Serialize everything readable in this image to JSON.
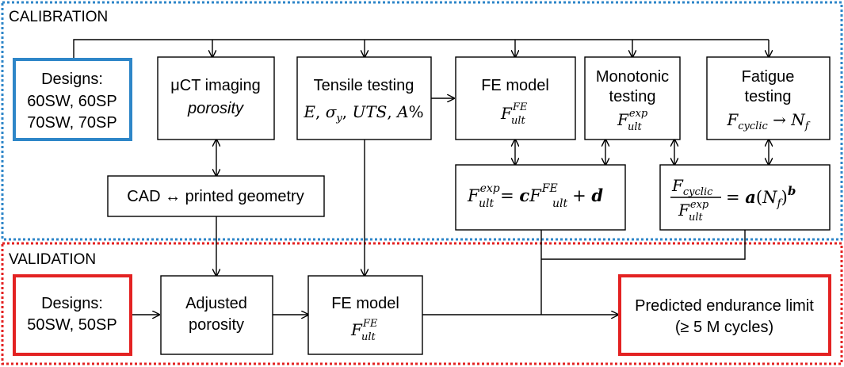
{
  "colors": {
    "calibration": "#2e86c8",
    "validation": "#e32222",
    "box": "#000000",
    "line": "#000000"
  },
  "sections": {
    "calibration": "CALIBRATION",
    "validation": "VALIDATION"
  },
  "calibration": {
    "designs": {
      "title": "Designs:",
      "line1": "60SW, 60SP",
      "line2": "70SW, 70SP"
    },
    "uct": {
      "title": "μCT imaging",
      "subtitle": "porosity"
    },
    "tensile": {
      "title": "Tensile testing",
      "formula": "E, σ_y, UTS, A%"
    },
    "fe_model": {
      "title": "FE model",
      "formula": "F_ult^FE"
    },
    "monotonic": {
      "title1": "Monotonic",
      "title2": "testing",
      "formula": "F_ult^exp"
    },
    "fatigue": {
      "title1": "Fatigue",
      "title2": "testing",
      "formula": "F_cyclic → N_f"
    },
    "cad": {
      "text": "CAD ↔ printed geometry"
    },
    "linear_eq": {
      "formula": "F_ult^exp = cF_ult^FE + d"
    },
    "power_eq": {
      "formula": "F_cyclic / F_ult^exp = a(N_f)^b"
    }
  },
  "validation": {
    "designs": {
      "title": "Designs:",
      "line1": "50SW, 50SP"
    },
    "adjusted": {
      "line1": "Adjusted",
      "line2": "porosity"
    },
    "fe_model": {
      "title": "FE model",
      "formula": "F_ult^FE"
    },
    "endurance": {
      "line1": "Predicted endurance limit",
      "line2": "(≥ 5 M cycles)"
    }
  }
}
